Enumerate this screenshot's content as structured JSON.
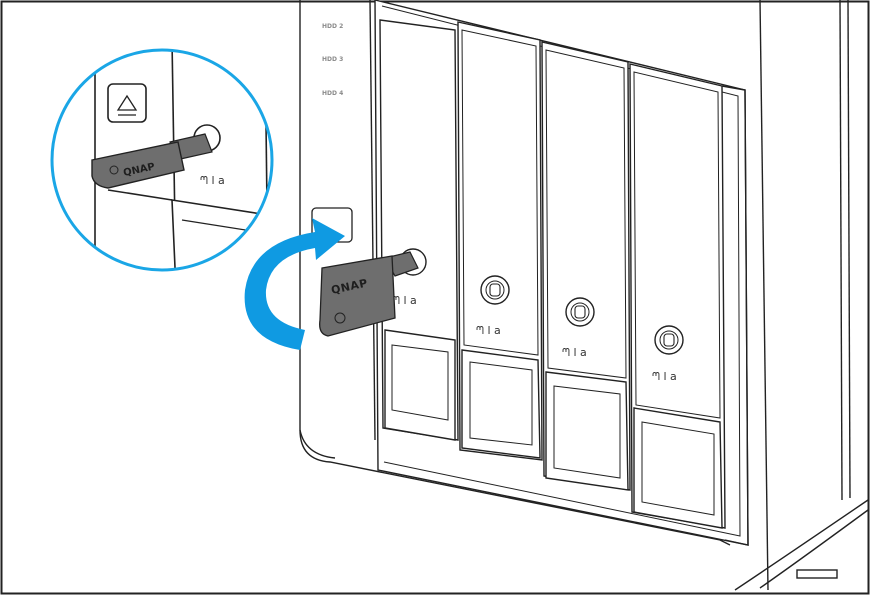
{
  "labels": {
    "hdd2": "HDD 2",
    "hdd3": "HDD 3",
    "hdd4": "HDD 4",
    "brand": "QNAP",
    "lock_symbols": "ᘉ l a"
  },
  "colors": {
    "arrow": "#0f9ae2",
    "callout_circle": "#1aa6e6",
    "key": "#6e6e6e",
    "outline": "#222222"
  },
  "icons": {
    "lock_closed": "closed-padlock-icon",
    "lock_open": "open-padlock-icon",
    "eject": "eject-icon",
    "rotate_arrow": "curved-arrow-icon"
  }
}
